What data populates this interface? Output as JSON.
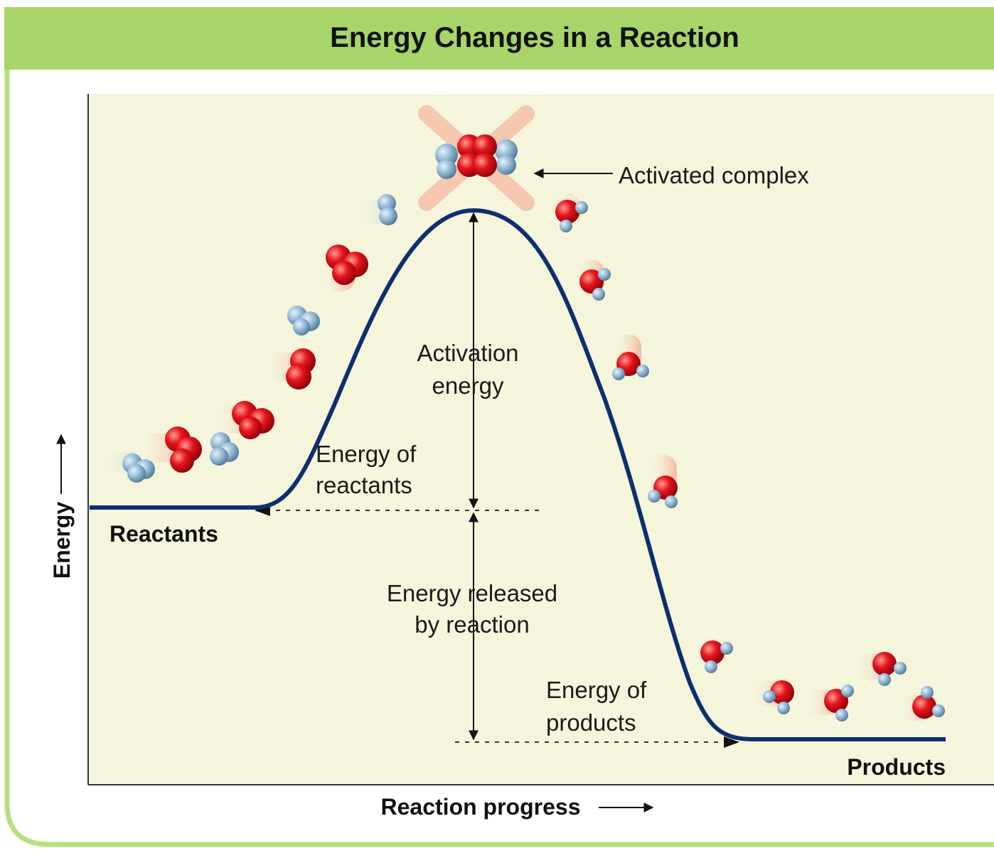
{
  "title": "Energy Changes in a Reaction",
  "axes": {
    "y_label": "Energy",
    "x_label": "Reaction progress"
  },
  "labels": {
    "reactants": "Reactants",
    "products": "Products",
    "activated_complex": "Activated complex",
    "activation_energy": [
      "Activation",
      "energy"
    ],
    "energy_of_reactants": [
      "Energy of",
      "reactants"
    ],
    "energy_released": [
      "Energy released",
      "by reaction"
    ],
    "energy_of_products": [
      "Energy of",
      "products"
    ]
  },
  "colors": {
    "header_band": "#a8d56a",
    "frame_border": "#b7df7f",
    "plot_background": "#f5f5dc",
    "curve": "#0d2f6e",
    "molecule_red": "#e0111b",
    "molecule_blue": "#8fb6d1"
  }
}
